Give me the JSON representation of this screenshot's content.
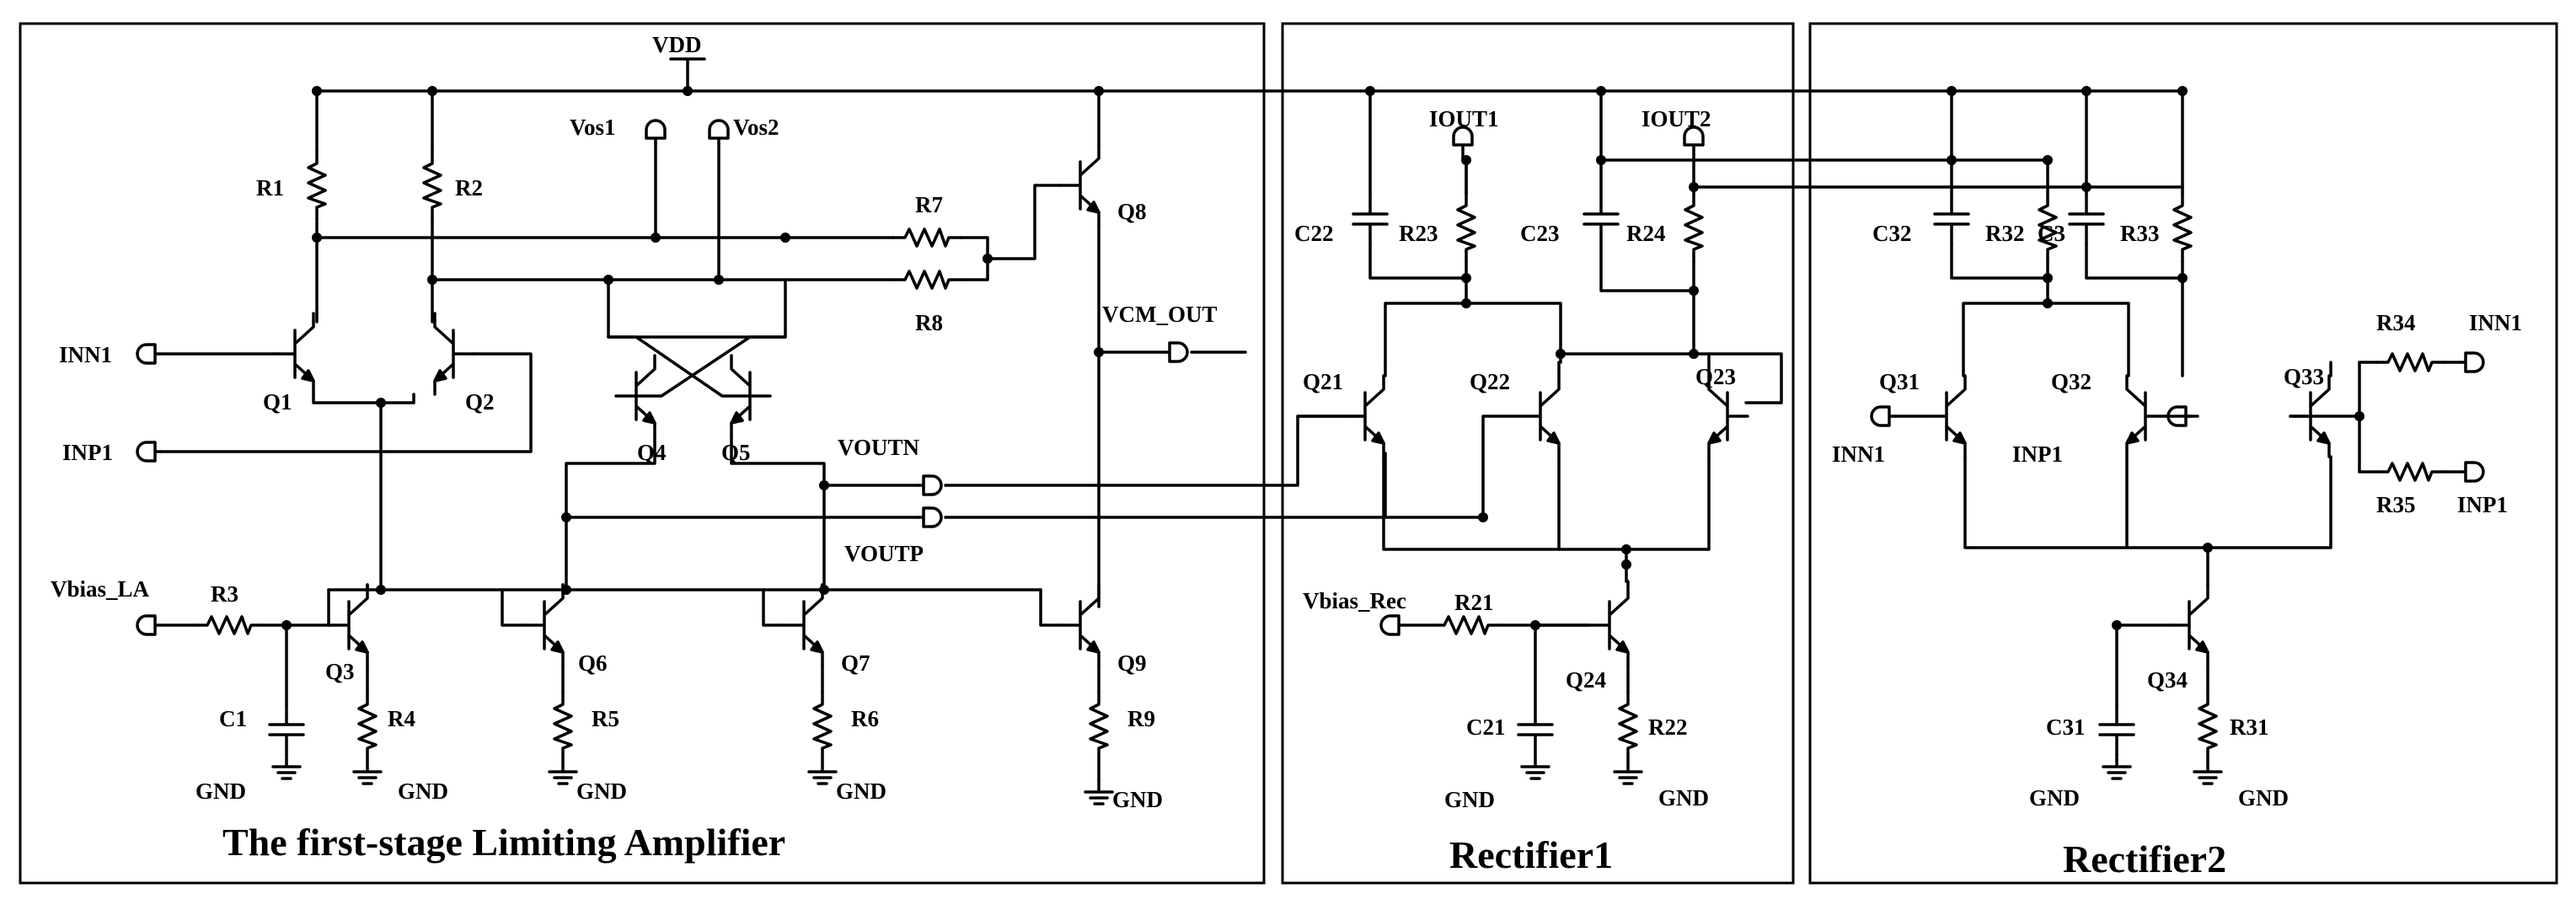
{
  "sections": {
    "limiting_amp": "The first-stage Limiting Amplifier",
    "rectifier1": "Rectifier1",
    "rectifier2": "Rectifier2"
  },
  "supply": {
    "vdd": "VDD"
  },
  "la": {
    "r1": "R1",
    "r2": "R2",
    "r3": "R3",
    "r4": "R4",
    "r5": "R5",
    "r6": "R6",
    "r7": "R7",
    "r8": "R8",
    "r9": "R9",
    "c1": "C1",
    "q1": "Q1",
    "q2": "Q2",
    "q3": "Q3",
    "q4": "Q4",
    "q5": "Q5",
    "q6": "Q6",
    "q7": "Q7",
    "q8": "Q8",
    "q9": "Q9",
    "vos1": "Vos1",
    "vos2": "Vos2",
    "inn1": "INN1",
    "inp1": "INP1",
    "vbias_la": "Vbias_LA",
    "voutn": "VOUTN",
    "voutp": "VOUTP",
    "vcm_out": "VCM_OUT",
    "gnd": "GND"
  },
  "rect1": {
    "iout1": "IOUT1",
    "iout2": "IOUT2",
    "c21": "C21",
    "c22": "C22",
    "c23": "C23",
    "r21": "R21",
    "r22": "R22",
    "r23": "R23",
    "r24": "R24",
    "q21": "Q21",
    "q22": "Q22",
    "q23": "Q23",
    "q24": "Q24",
    "vbias_rec": "Vbias_Rec",
    "gnd": "GND"
  },
  "rect2": {
    "c3": "C3",
    "c31": "C31",
    "c32": "C32",
    "r31": "R31",
    "r32": "R32",
    "r33": "R33",
    "r34": "R34",
    "r35": "R35",
    "q31": "Q31",
    "q32": "Q32",
    "q33": "Q33",
    "q34": "Q34",
    "inn1": "INN1",
    "inp1": "INP1",
    "gnd": "GND"
  }
}
